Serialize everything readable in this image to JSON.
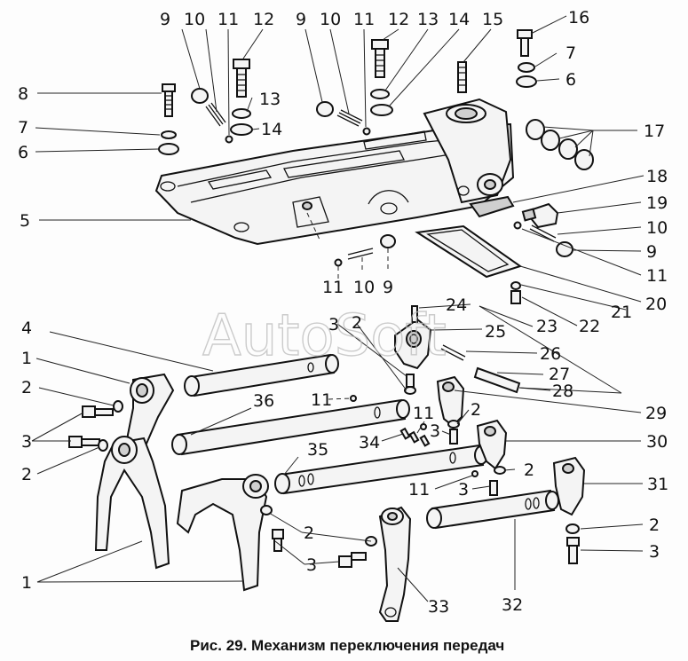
{
  "caption": "Рис. 29. Механизм переключения передач",
  "watermark": "AutoSoft",
  "callouts": [
    {
      "id": "c9a",
      "text": "9"
    },
    {
      "id": "c10a",
      "text": "10"
    },
    {
      "id": "c11a",
      "text": "11"
    },
    {
      "id": "c12a",
      "text": "12"
    },
    {
      "id": "c9b",
      "text": "9"
    },
    {
      "id": "c10b",
      "text": "10"
    },
    {
      "id": "c11b",
      "text": "11"
    },
    {
      "id": "c12b",
      "text": "12"
    },
    {
      "id": "c13a",
      "text": "13"
    },
    {
      "id": "c14a",
      "text": "14"
    },
    {
      "id": "c15",
      "text": "15"
    },
    {
      "id": "c16",
      "text": "16"
    },
    {
      "id": "c8",
      "text": "8"
    },
    {
      "id": "c13b",
      "text": "13"
    },
    {
      "id": "c14b",
      "text": "14"
    },
    {
      "id": "c7a",
      "text": "7"
    },
    {
      "id": "c6a",
      "text": "6"
    },
    {
      "id": "c7b",
      "text": "7"
    },
    {
      "id": "c6b",
      "text": "6"
    },
    {
      "id": "c17",
      "text": "17"
    },
    {
      "id": "c5",
      "text": "5"
    },
    {
      "id": "c18",
      "text": "18"
    },
    {
      "id": "c19",
      "text": "19"
    },
    {
      "id": "c10c",
      "text": "10"
    },
    {
      "id": "c9c",
      "text": "9"
    },
    {
      "id": "c11c",
      "text": "11"
    },
    {
      "id": "c20",
      "text": "20"
    },
    {
      "id": "c11d",
      "text": "11"
    },
    {
      "id": "c10d",
      "text": "10"
    },
    {
      "id": "c9d",
      "text": "9"
    },
    {
      "id": "c21",
      "text": "21"
    },
    {
      "id": "c24",
      "text": "24"
    },
    {
      "id": "c22",
      "text": "22"
    },
    {
      "id": "c23",
      "text": "23"
    },
    {
      "id": "c25",
      "text": "25"
    },
    {
      "id": "c3a",
      "text": "3"
    },
    {
      "id": "c2a",
      "text": "2"
    },
    {
      "id": "c4",
      "text": "4"
    },
    {
      "id": "c26",
      "text": "26"
    },
    {
      "id": "c1a",
      "text": "1"
    },
    {
      "id": "c27",
      "text": "27"
    },
    {
      "id": "c28",
      "text": "28"
    },
    {
      "id": "c2b",
      "text": "2"
    },
    {
      "id": "c36",
      "text": "36"
    },
    {
      "id": "c11e",
      "text": "11"
    },
    {
      "id": "c29",
      "text": "29"
    },
    {
      "id": "c11f",
      "text": "11"
    },
    {
      "id": "c2c",
      "text": "2"
    },
    {
      "id": "c3b",
      "text": "3"
    },
    {
      "id": "c3c",
      "text": "3"
    },
    {
      "id": "c34",
      "text": "34"
    },
    {
      "id": "c30",
      "text": "30"
    },
    {
      "id": "c35",
      "text": "35"
    },
    {
      "id": "c2d",
      "text": "2"
    },
    {
      "id": "c2e",
      "text": "2"
    },
    {
      "id": "c11g",
      "text": "11"
    },
    {
      "id": "c3d",
      "text": "3"
    },
    {
      "id": "c31",
      "text": "31"
    },
    {
      "id": "c2f",
      "text": "2"
    },
    {
      "id": "c3e",
      "text": "3"
    },
    {
      "id": "c2g",
      "text": "2"
    },
    {
      "id": "c3f",
      "text": "3"
    },
    {
      "id": "c1b",
      "text": "1"
    },
    {
      "id": "c33",
      "text": "33"
    },
    {
      "id": "c32",
      "text": "32"
    }
  ]
}
